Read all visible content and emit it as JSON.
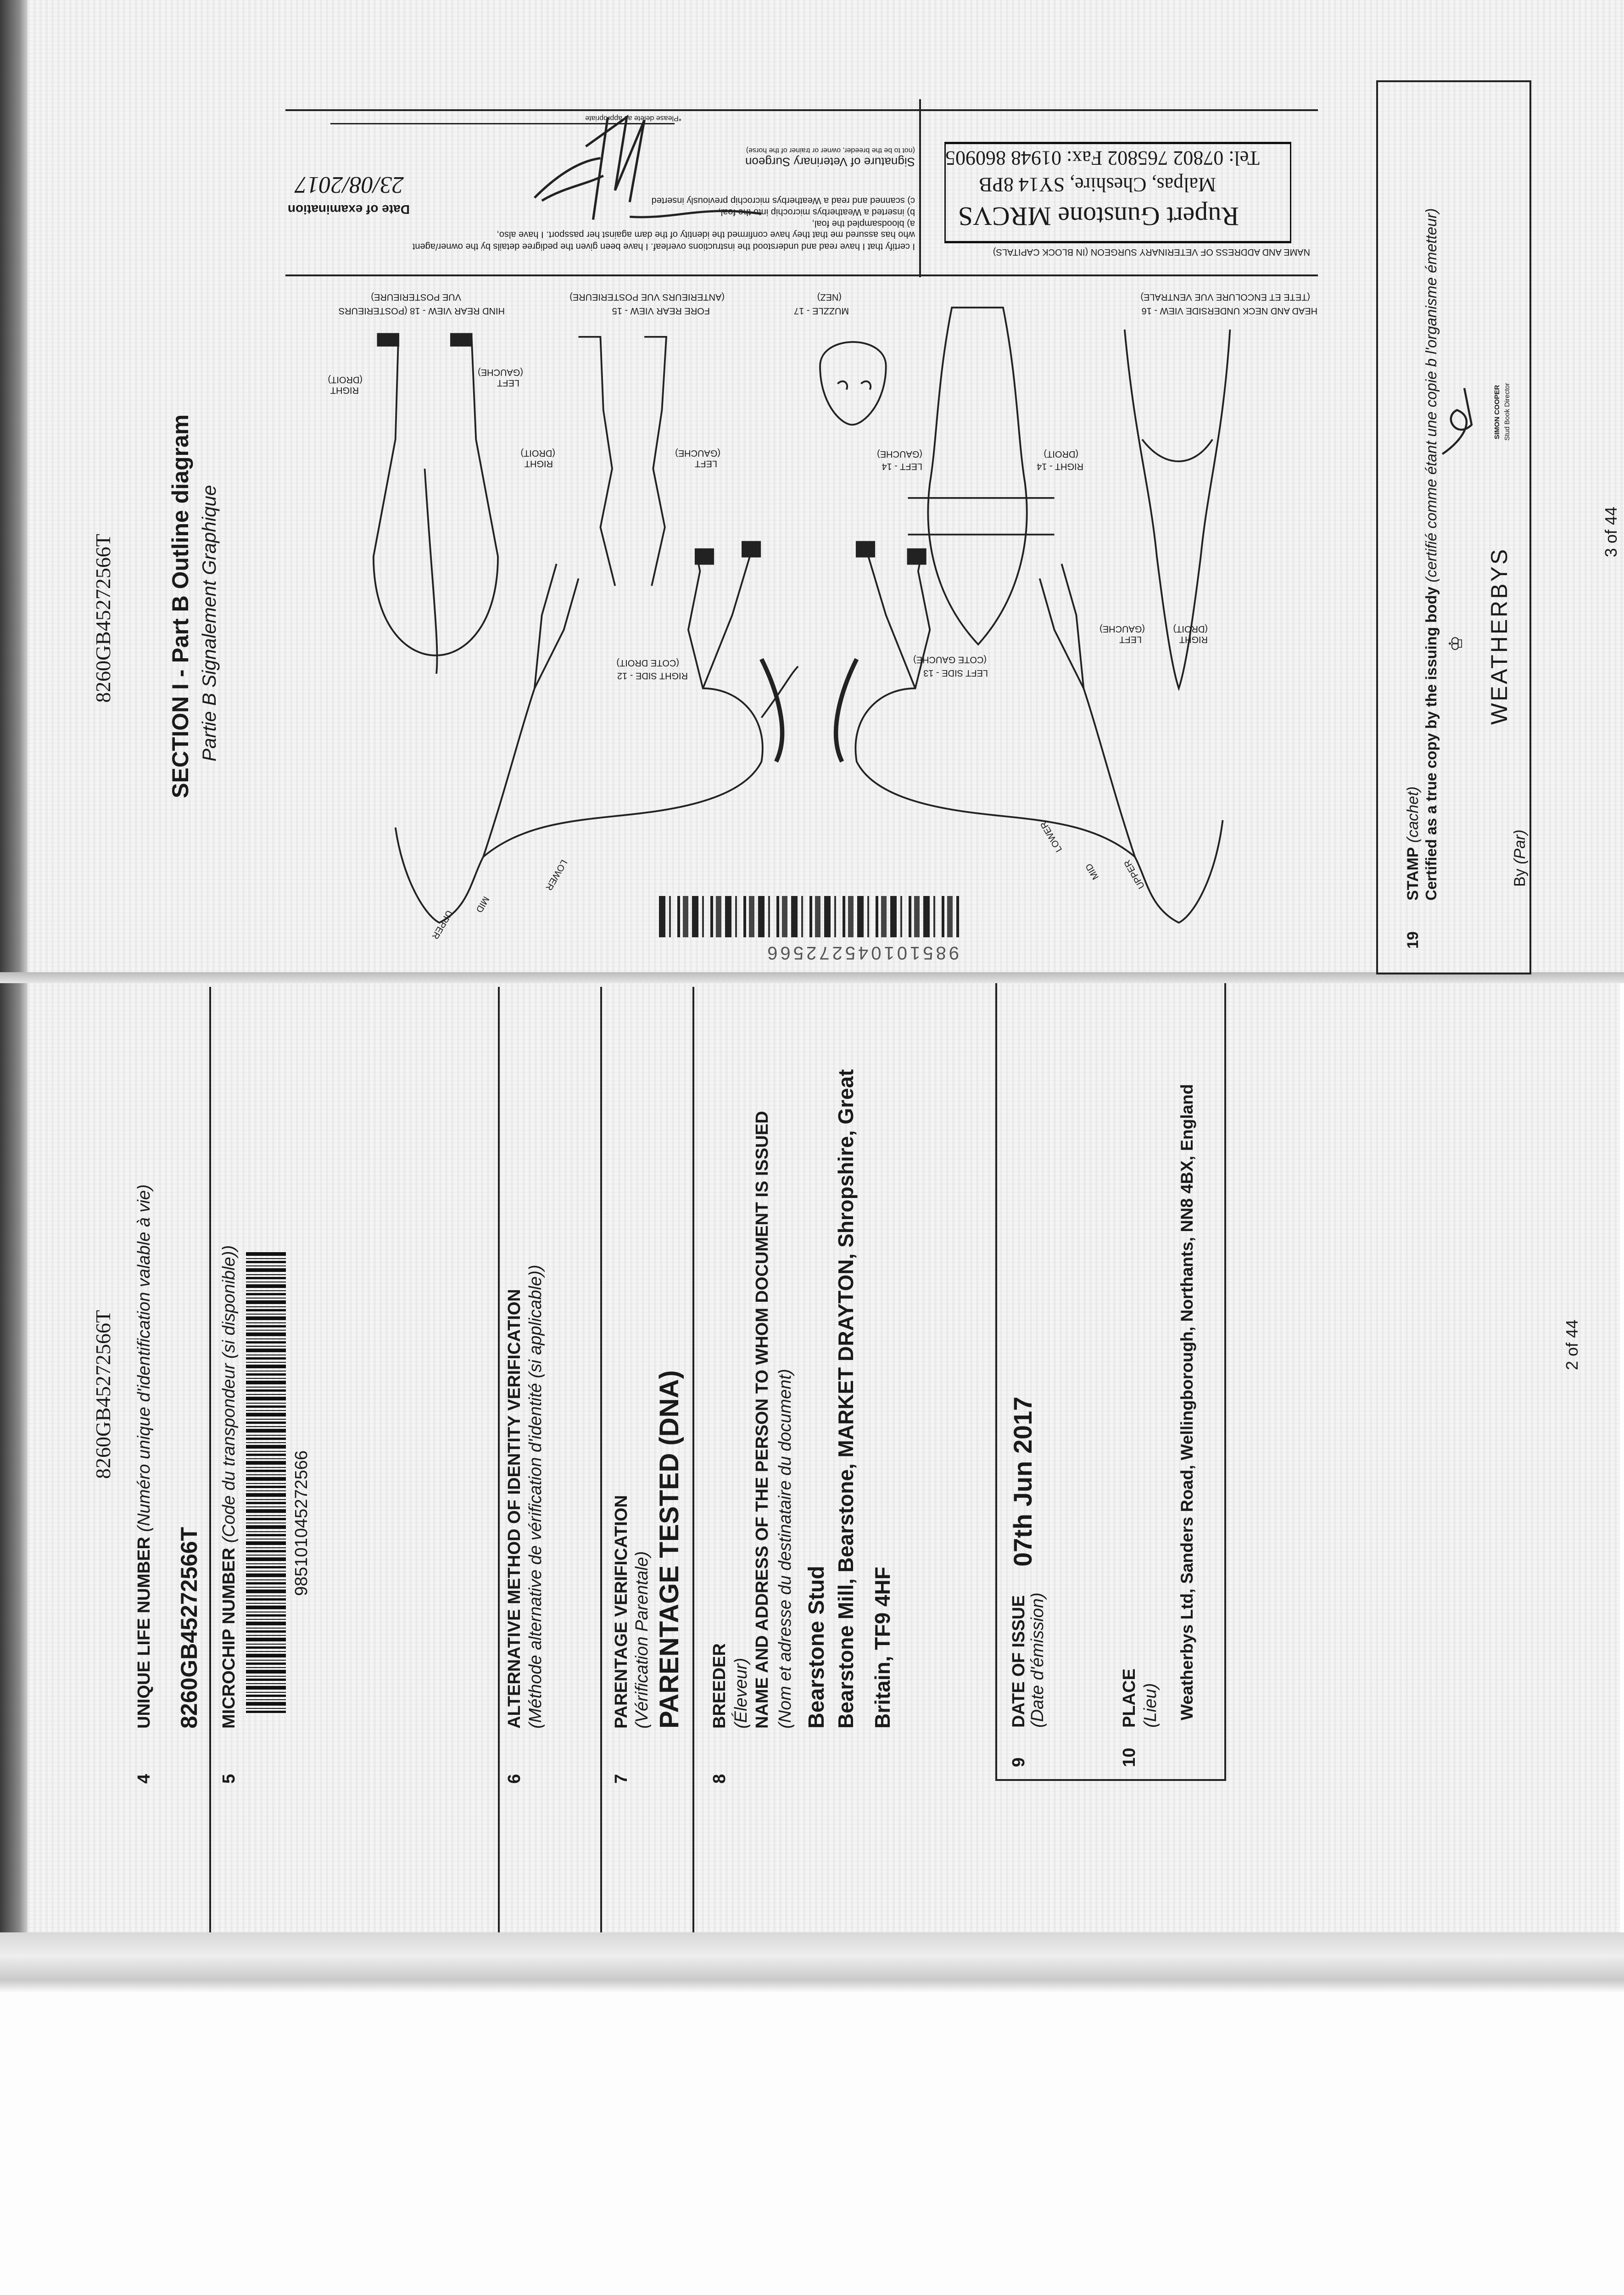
{
  "upper_page": {
    "header_id": "8260GB45272566T",
    "section_title": "SECTION I - Part B Outline diagram",
    "section_subtitle": "Partie B Signalement Graphique",
    "vet": {
      "block_label": "NAME AND ADDRESS OF VETERINARY SURGEON (IN BLOCK CAPITALS)",
      "name": "Rupert Gunstone MRCVS",
      "address": "Malpas, Cheshire, SY14 8PB",
      "phone": "Tel: 07802 765802  Fax: 01948 860905",
      "certify_lines": [
        "I certify that I have read and understood the instructions overleaf. I have been given the pedigree details by the owner/agent",
        "who has assured me that they have confirmed the identity of the dam against her passport. I have also,",
        "a) bloodsampled the foal,",
        "b) inserted a Weatherbys microchip into the foal,",
        "c) scanned and read a Weatherbys microchip previously inserted"
      ],
      "signature_label": "Signature of Veterinary Surgeon",
      "signature_note": "(not to be the breeder, owner or trainer of the horse)",
      "delete_note": "*Please delete as appropriate",
      "date_label": "Date of examination",
      "date_value": "23/08/2017"
    },
    "views": {
      "head_neck": "HEAD AND NECK UNDERSIDE VIEW - 16",
      "head_neck_fr": "(TETE ET ENCOLURE VUE VENTRALE)",
      "muzzle": "MUZZLE - 17",
      "muzzle_fr": "(NEZ)",
      "fore_rear": "FORE REAR VIEW - 15",
      "fore_rear_fr": "(ANTERIEURS VUE POSTERIEURE)",
      "hind_rear": "HIND REAR VIEW - 18 (POSTERIEURS",
      "hind_rear_fr": "VUE POSTERIEURE)",
      "right_side": "RIGHT SIDE - 12",
      "right_side_fr": "(COTE DROIT)",
      "left_side": "LEFT SIDE - 13",
      "left_side_fr": "(COTE GAUCHE)",
      "left_14": "LEFT - 14",
      "right_14": "RIGHT - 14",
      "left": "LEFT",
      "right": "RIGHT",
      "gauche": "(GAUCHE)",
      "droit": "(DROIT)",
      "upper": "UPPER",
      "mid": "MID",
      "lower": "LOWER"
    },
    "barcode_value": "985101045272566",
    "stamp": {
      "num": "19",
      "label": "STAMP",
      "label_fr": "(cachet)",
      "certified": "Certified as a true copy by the issuing body",
      "certified_fr": "(certifié comme étant une copie b l'organisme émetteur)",
      "by": "By",
      "by_fr": "(Par)",
      "logo": "WEATHERBYS",
      "signatory": "SIMON COOPER",
      "signatory_title": "Stud Book Director"
    },
    "page_number": "3 of 44"
  },
  "lower_page": {
    "header_id": "8260GB45272566T",
    "s4": {
      "num": "4",
      "label": "UNIQUE LIFE NUMBER",
      "label_fr": "(Numéro unique d'identification valable à vie)",
      "value": "8260GB45272566T"
    },
    "s5": {
      "num": "5",
      "label": "MICROCHIP NUMBER",
      "label_fr": "(Code du transpondeur (si disponible))",
      "barcode_value": "985101045272566"
    },
    "s6": {
      "num": "6",
      "label": "ALTERNATIVE METHOD OF IDENTITY VERIFICATION",
      "label_fr": "(Méthode alternative de vérification d'identité (si applicable))"
    },
    "s7": {
      "num": "7",
      "label": "PARENTAGE VERIFICATION",
      "label_fr": "(Vérification Parentale)",
      "value": "PARENTAGE TESTED (DNA)"
    },
    "s8": {
      "num": "8",
      "label": "BREEDER",
      "label_fr": "(Éleveur)",
      "label2": "NAME AND ADDRESS OF THE PERSON TO WHOM DOCUMENT IS ISSUED",
      "label2_fr": "(Nom et adresse du destinataire du document)",
      "name": "Bearstone Stud",
      "address_line1": "Bearstone Mill, Bearstone, MARKET DRAYTON, Shropshire, Great",
      "address_line2": "Britain, TF9 4HF"
    },
    "s9": {
      "num": "9",
      "label": "DATE OF ISSUE",
      "label_fr": "(Date d'émission)",
      "value": "07th Jun 2017"
    },
    "s10": {
      "num": "10",
      "label": "PLACE",
      "label_fr": "(Lieu)",
      "value": "Weatherbys Ltd, Sanders Road, Wellingborough, Northants, NN8 4BX, England"
    },
    "page_number": "2 of 44"
  }
}
